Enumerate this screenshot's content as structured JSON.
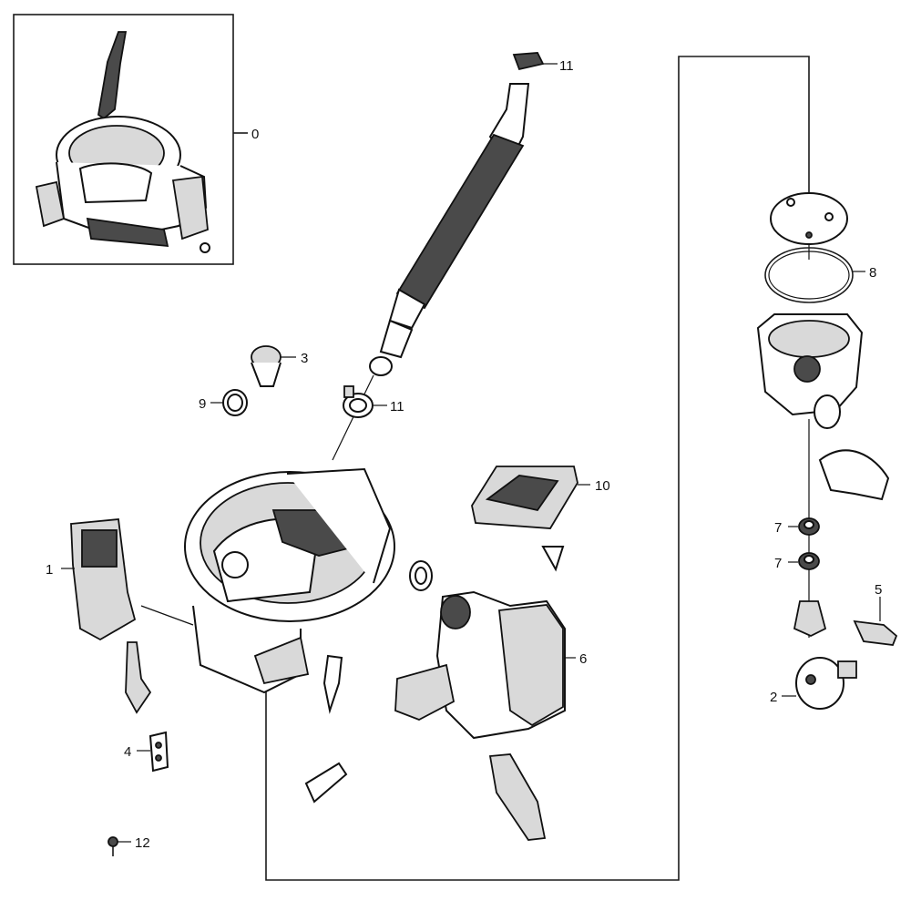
{
  "callouts": {
    "c0": "0",
    "c1": "1",
    "c2": "2",
    "c3": "3",
    "c4": "4",
    "c5": "5",
    "c6": "6",
    "c7a": "7",
    "c7b": "7",
    "c8": "8",
    "c9": "9",
    "c10": "10",
    "c11a": "11",
    "c11b": "11",
    "c12": "12"
  }
}
